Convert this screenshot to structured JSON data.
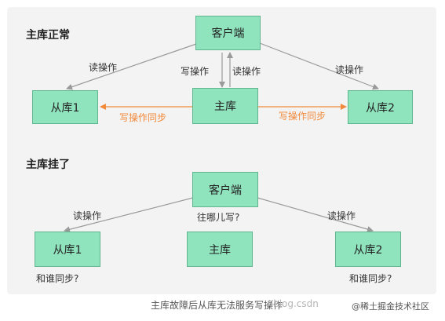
{
  "diagram": {
    "normal": {
      "title": "主库正常",
      "client": "客户端",
      "master": "主库",
      "replica1": "从库1",
      "replica2": "从库2",
      "read_left": "读操作",
      "write": "写操作",
      "read_center": "读操作",
      "read_right": "读操作",
      "sync_left": "写操作同步",
      "sync_right": "写操作同步"
    },
    "failed": {
      "title": "主库挂了",
      "client": "客户端",
      "master": "主库",
      "replica1": "从库1",
      "replica2": "从库2",
      "read_left": "读操作",
      "read_right": "读操作",
      "where_write": "往哪儿写?",
      "sync_q1": "和谁同步?",
      "sync_q2": "和谁同步?"
    }
  },
  "caption": "主库故障后从库无法服务写操作",
  "watermark": "//blog.csdn",
  "source": "@稀土掘金技术社区",
  "colors": {
    "node_fill": "#8fe3bd",
    "node_border": "#5fb68e",
    "sync_arrow": "#f28a3c",
    "edge": "#9a9a9a"
  }
}
